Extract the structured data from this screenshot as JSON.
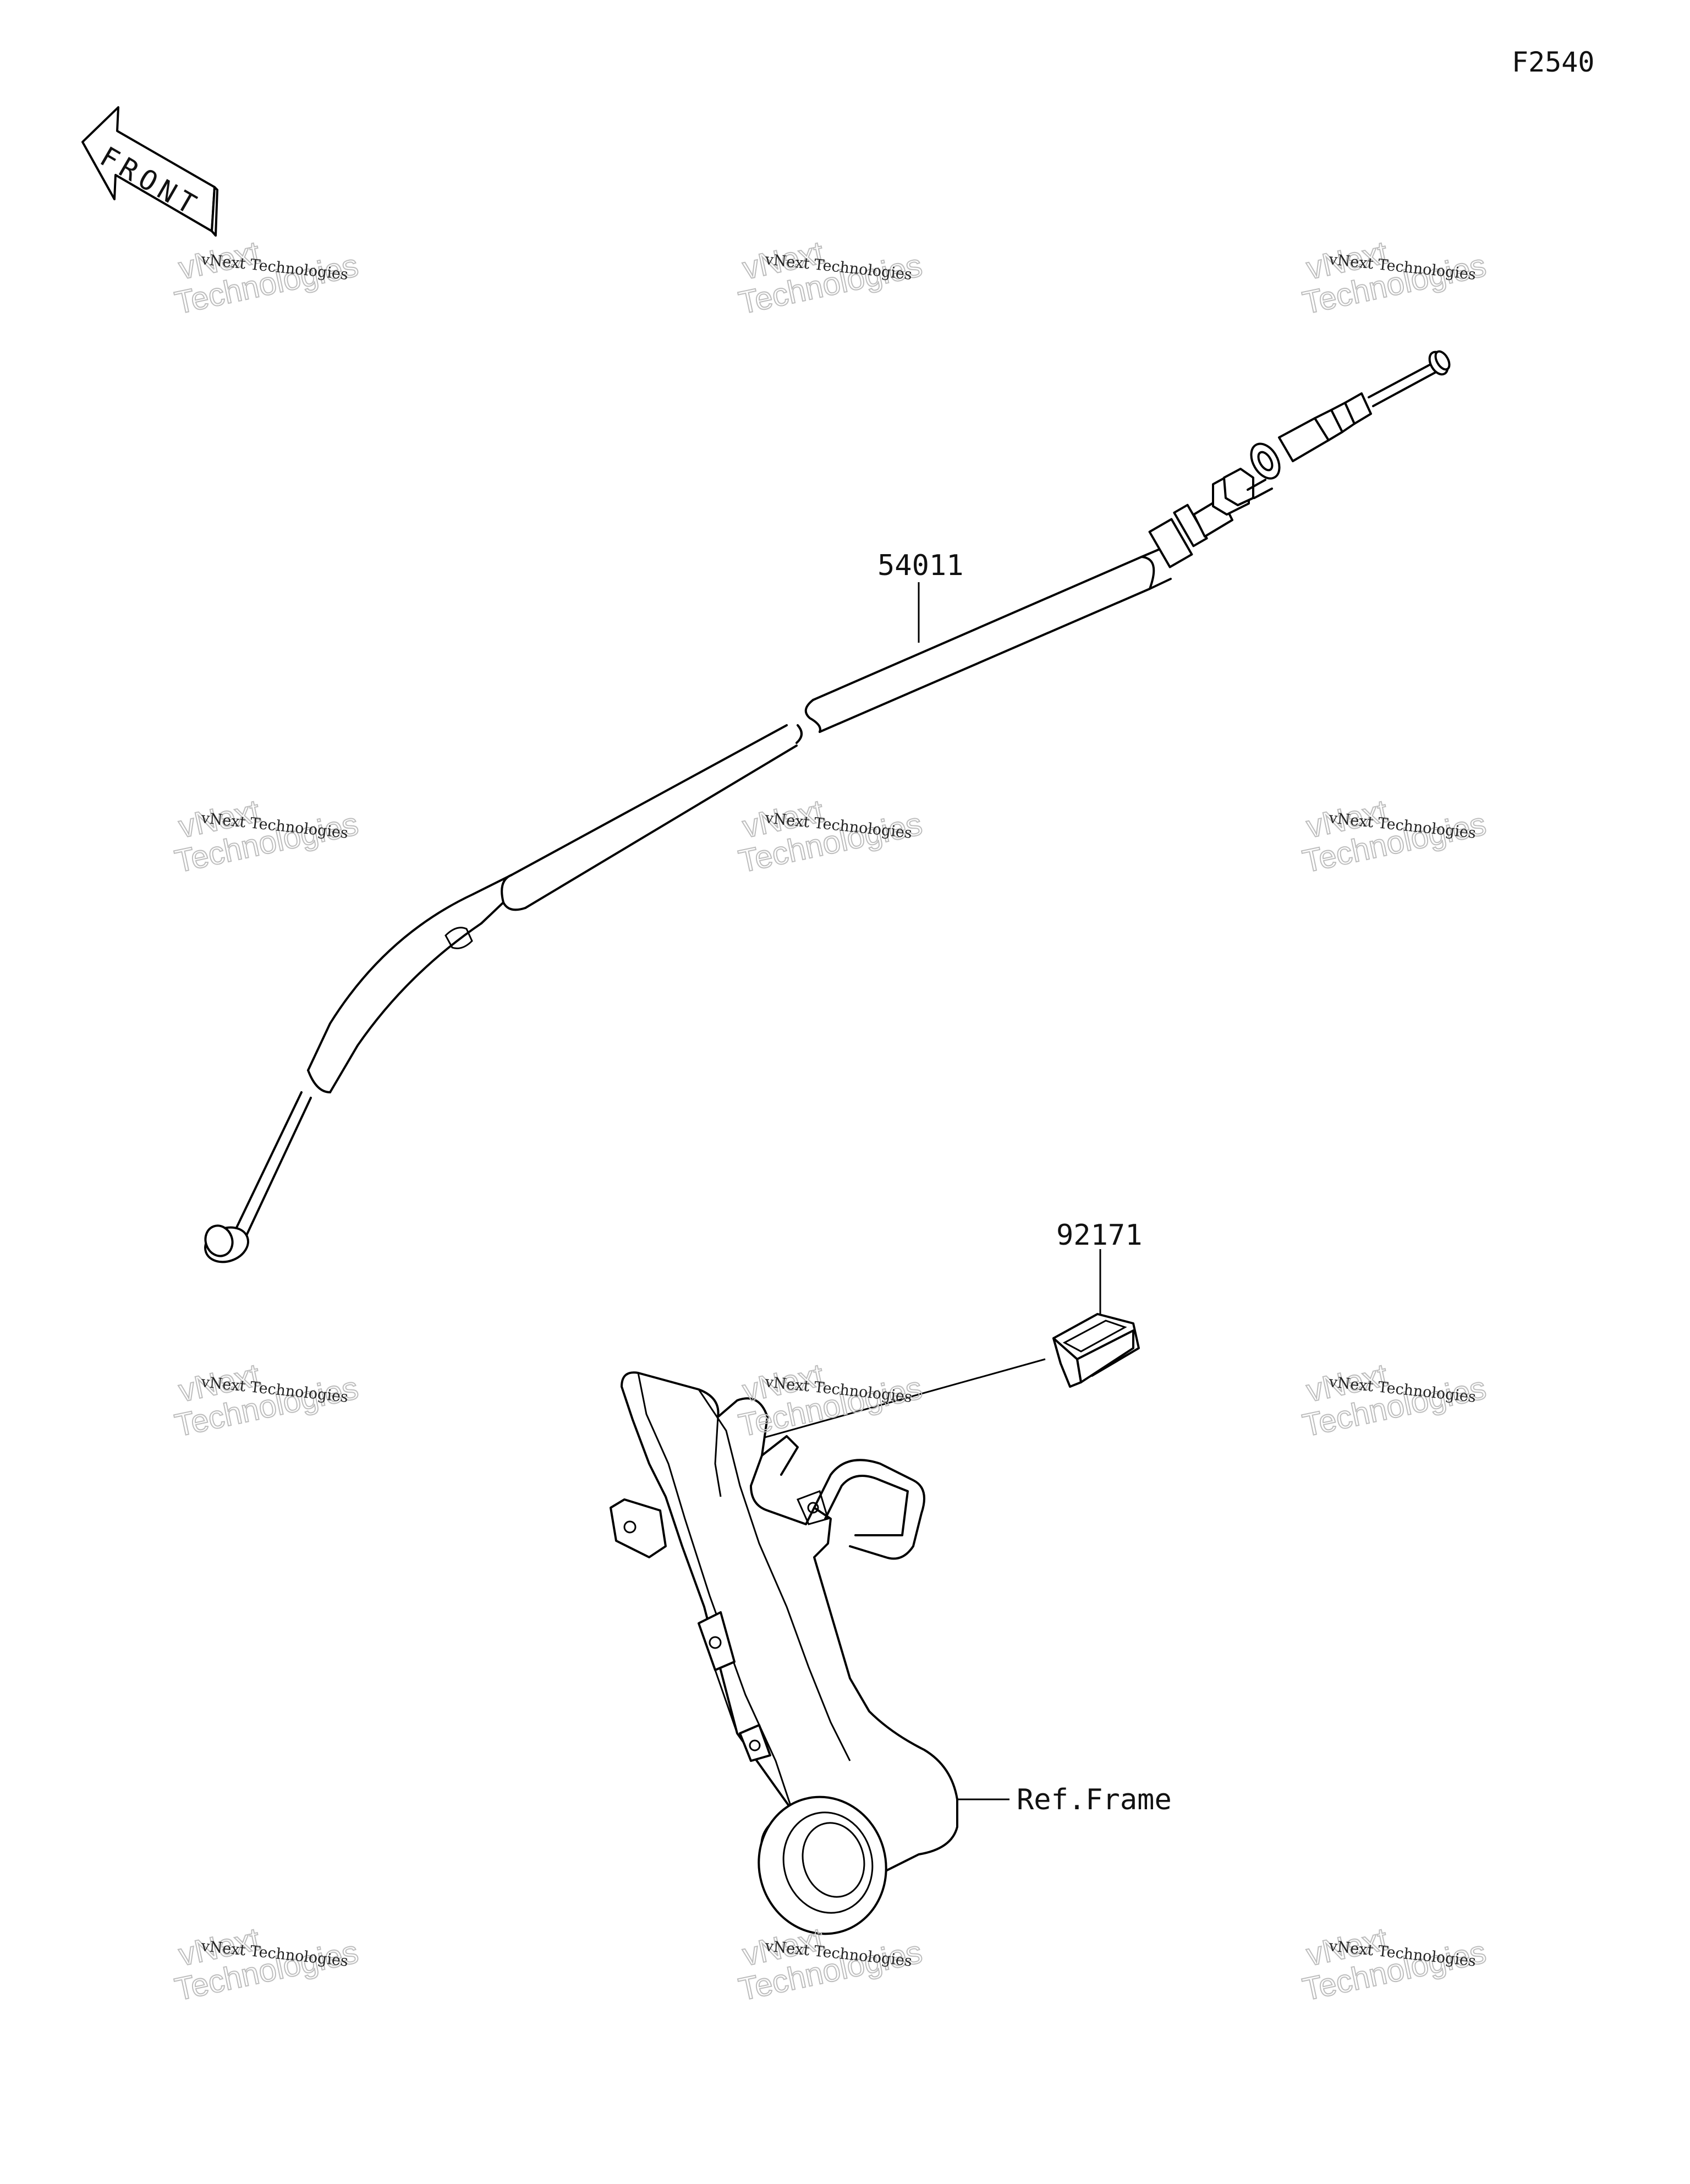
{
  "diagram_code": "F2540",
  "front_arrow": {
    "label": "FRONT",
    "icon": "front-direction-arrow-icon"
  },
  "parts": [
    {
      "number": "54011"
    },
    {
      "number": "92171"
    }
  ],
  "reference": {
    "label": "Ref.Frame"
  },
  "watermark": {
    "line1": "vNext Technologies",
    "line2a": "vNext",
    "line2b": "Technologies"
  }
}
